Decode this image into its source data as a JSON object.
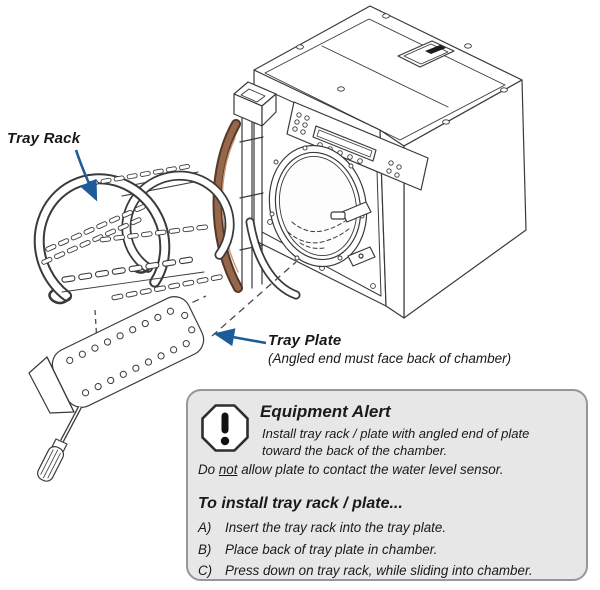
{
  "colors": {
    "line": "#3a3a3a",
    "arrow_blue": "#1d5c99",
    "copper_gasket": "#96674a",
    "copper_dark": "#54382a",
    "alert_background": "#e7e7e7",
    "alert_border": "#979797"
  },
  "labels": {
    "tray_rack": "Tray Rack",
    "tray_plate": "Tray Plate",
    "tray_plate_note": "(Angled end must face back of chamber)"
  },
  "icons": {
    "equipment_alert": "octagon-exclamation"
  },
  "alert": {
    "title": "Equipment Alert",
    "body": "Install tray rack / plate with angled end of plate toward the back of the chamber.",
    "caution_pre": "Do ",
    "caution_emphasis": "not",
    "caution_post": " allow plate to contact the water level sensor.",
    "steps_heading": "To install tray rack / plate...",
    "steps": [
      {
        "letter": "A)",
        "text": "Insert the tray rack into the tray plate."
      },
      {
        "letter": "B)",
        "text": "Place back of tray plate in chamber."
      },
      {
        "letter": "C)",
        "text": "Press down on tray rack, while sliding into chamber."
      }
    ]
  }
}
